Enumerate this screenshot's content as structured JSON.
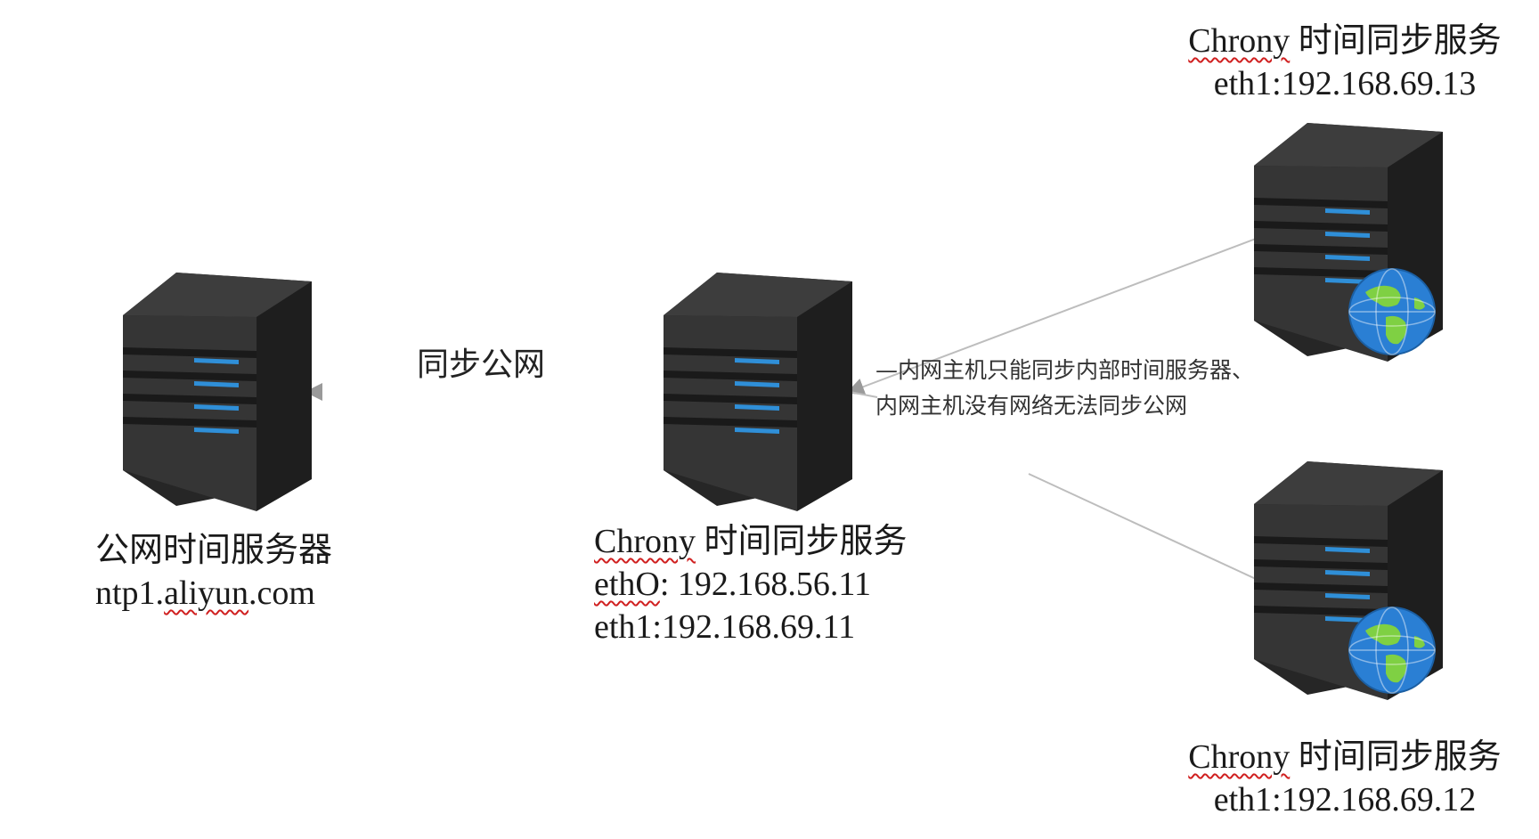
{
  "nodes": {
    "public_server": {
      "line1": "公网时间服务器",
      "line2_prefix": "ntp1.",
      "line2_squiggle": "aliyun",
      "line2_suffix": ".com",
      "icon": "server-icon"
    },
    "central_chrony": {
      "title_squiggle": "Chrony",
      "title_rest": " 时间同步服务",
      "eth0_squiggle": "ethO",
      "eth0_rest": ": 192.168.56.11",
      "eth1": "eth1:192.168.69.11",
      "icon": "server-icon"
    },
    "client_top": {
      "title_squiggle": "Chrony",
      "title_rest": " 时间同步服务",
      "eth1": "eth1:192.168.69.13",
      "icon": "server-globe-icon"
    },
    "client_bottom": {
      "title_squiggle": "Chrony",
      "title_rest": " 时间同步服务",
      "eth1": "eth1:192.168.69.12",
      "icon": "server-globe-icon"
    }
  },
  "edges": {
    "sync_public_label": "同步公网",
    "internal_note_line1": "—内网主机只能同步内部时间服务器、",
    "internal_note_line2": "内网主机没有网络无法同步公网"
  },
  "colors": {
    "server_body": "#2e2e2e",
    "drive_light": "#2f8fd8",
    "globe_ocean": "#2a7fd4",
    "globe_land": "#7fd043",
    "squiggle": "#d02020",
    "line": "#b8b8b8"
  }
}
